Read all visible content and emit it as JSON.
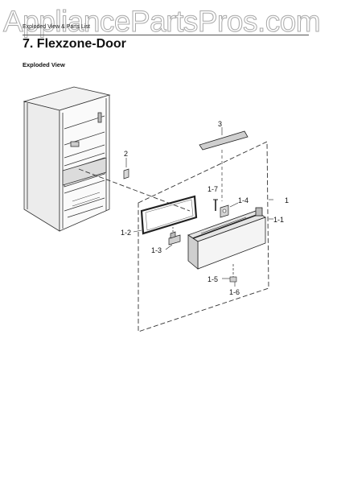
{
  "watermark": "AppliancePartsPros.com",
  "header": {
    "breadcrumb": "Exploded View & Parts List",
    "section_title": "7.  Flexzone-Door",
    "sub_title": "Exploded View"
  },
  "part_labels": {
    "p3": "3",
    "p2": "2",
    "p1_7": "1-7",
    "p1_4": "1-4",
    "p1": "1",
    "p1_1": "1-1",
    "p1_2": "1-2",
    "p1_3": "1-3",
    "p1_5": "1-5",
    "p1_6": "1-6"
  }
}
